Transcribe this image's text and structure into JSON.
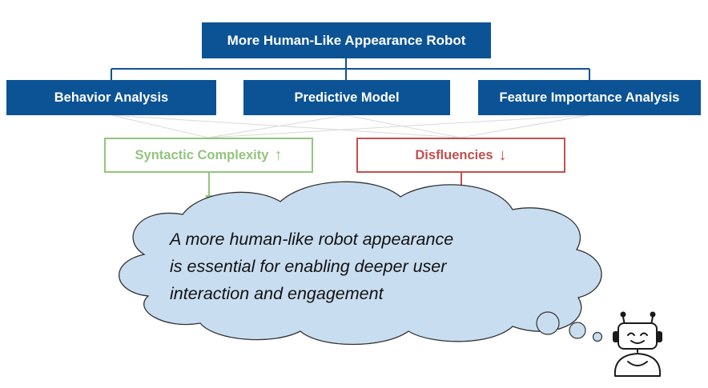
{
  "top_node": {
    "label": "More Human-Like Appearance Robot"
  },
  "methods": [
    {
      "label": "Behavior Analysis"
    },
    {
      "label": "Predictive Model"
    },
    {
      "label": "Feature Importance Analysis"
    }
  ],
  "findings": [
    {
      "label": "Syntactic Complexity",
      "arrow": "↑",
      "color": "#93c47d"
    },
    {
      "label": "Disfluencies",
      "arrow": "↓",
      "color": "#c0504d"
    }
  ],
  "thought": {
    "lines": [
      "A more human-like robot appearance",
      "is essential for enabling deeper user",
      "interaction and engagement"
    ]
  },
  "colors": {
    "node_fill": "#0b5394",
    "cloud_fill": "#c9ddf0",
    "cloud_stroke": "#333333"
  },
  "icons": {
    "robot": "robot-icon"
  }
}
